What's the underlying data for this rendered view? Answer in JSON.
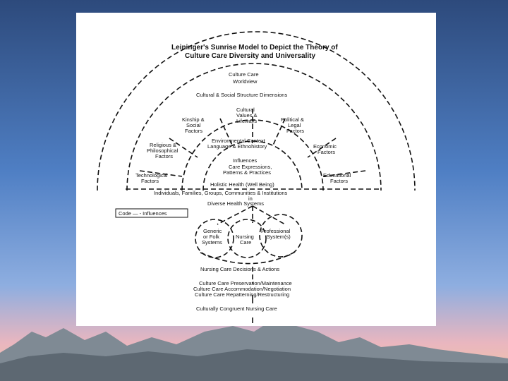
{
  "title_line1": "Leininger's Sunrise Model to Depict the Theory of",
  "title_line2": "Culture Care Diversity and Universality",
  "worldview": [
    "Culture Care",
    "Worldview"
  ],
  "structure_dimensions": "Cultural & Social Structure Dimensions",
  "factors": {
    "cultural_values": [
      "Cultural",
      "Values &",
      "Lifeways"
    ],
    "kinship": [
      "Kinship &",
      "Social",
      "Factors"
    ],
    "political": [
      "Political &",
      "Legal",
      "Factors"
    ],
    "religious": [
      "Religious &",
      "Philosophical",
      "Factors"
    ],
    "economic": [
      "Economic",
      "Factors"
    ],
    "technological": [
      "Technological",
      "Factors"
    ],
    "educational": [
      "Educational",
      "Factors"
    ]
  },
  "environmental_context": [
    "Environmental Context",
    "Language & Ethnohistory"
  ],
  "influences": "Influences",
  "care_expressions": [
    "Care Expressions,",
    "Patterns & Practices"
  ],
  "holistic_health": "Holistic Health (Well Being)",
  "individuals": "Individuals, Families, Groups, Communities & Institutions",
  "in_word": "in",
  "diverse_health_systems": "Diverse Health Systems",
  "code_label": "Code — - Influences",
  "systems": {
    "generic": [
      "Generic",
      "or Folk",
      "Systems"
    ],
    "nursing": [
      "Nursing",
      "Care"
    ],
    "professional": [
      "Professional",
      "System(s)"
    ]
  },
  "decisions": "Nursing Care Decisions & Actions",
  "actions": [
    "Culture Care Preservation/Maintenance",
    "Culture Care Accommodation/Negotiation",
    "Culture Care Repatterning/Restructuring"
  ],
  "outcome": "Culturally Congruent Nursing Care"
}
